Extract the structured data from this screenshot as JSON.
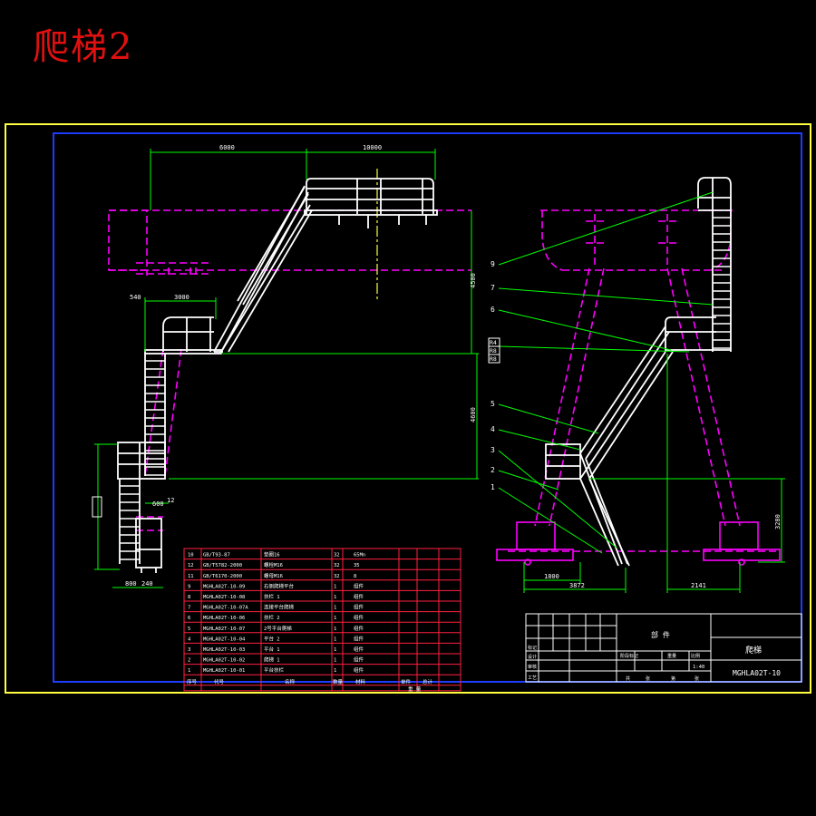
{
  "title": "爬梯2",
  "colors": {
    "background": "#000000",
    "outer_frame": "#ffff40",
    "inner_frame": "#1e3cff",
    "structure": "#ffffff",
    "hidden_lines": "#ff00ff",
    "dimensions": "#00ff00",
    "title_red": "#e01010",
    "table": "#ff2040"
  },
  "dimensions": {
    "top_left": "6000",
    "top_right": "10000",
    "platform_width": "3000",
    "small_offset": "540",
    "height_upper": "4500",
    "height_lower": "4600",
    "bottom_a": "800",
    "bottom_b": "240",
    "bottom_c": "600",
    "right_width_a": "1800",
    "right_width_b": "3872",
    "right_width_c": "2141",
    "right_height": "3280",
    "label_r1": "R4",
    "label_r2": "R8",
    "label_r3": "R8",
    "note_12": "12"
  },
  "callouts": [
    "9",
    "7",
    "6",
    "5",
    "4",
    "3",
    "2",
    "1"
  ],
  "parts_table": {
    "rows": [
      [
        "10",
        "GB/T93-87",
        "垫圈16",
        "32",
        "65Mn"
      ],
      [
        "12",
        "GB/T5782-2000",
        "螺栓M16",
        "32",
        "35"
      ],
      [
        "11",
        "GB/T6170-2000",
        "螺母M16",
        "32",
        "8"
      ],
      [
        "9",
        "MGHLA02T-10-09",
        "右侧爬梯平台",
        "1",
        "组件"
      ],
      [
        "8",
        "MGHLA02T-10-08",
        "扶栏 1",
        "1",
        "组件"
      ],
      [
        "7",
        "MGHLA02T-10-07A",
        "连接平台爬梯",
        "1",
        "组件"
      ],
      [
        "6",
        "MGHLA02T-10-06",
        "扶栏 2",
        "1",
        "组件"
      ],
      [
        "5",
        "MGHLA02T-10-07",
        "2号平台爬梯",
        "1",
        "组件"
      ],
      [
        "4",
        "MGHLA02T-10-04",
        "平台 2",
        "1",
        "组件"
      ],
      [
        "3",
        "MGHLA02T-10-03",
        "平台 1",
        "1",
        "组件"
      ],
      [
        "2",
        "MGHLA02T-10-02",
        "爬梯 1",
        "1",
        "组件"
      ],
      [
        "1",
        "MGHLA02T-10-01",
        "平台扶栏",
        "1",
        "组件"
      ]
    ],
    "header": [
      "序号",
      "代号",
      "名称",
      "数量",
      "材料",
      "单件",
      "总计"
    ],
    "weight_note": "重 量"
  },
  "title_block": {
    "kind": "部 件",
    "name": "爬梯",
    "drawing_no": "MGHLA02T-10",
    "scale": "1:40",
    "row_labels": [
      "标记",
      "设计",
      "审核",
      "工艺"
    ],
    "bottom_labels": [
      "共",
      "张",
      "第",
      "张"
    ],
    "stage": "阶段标记",
    "weight": "重量",
    "scale_label": "比例"
  }
}
